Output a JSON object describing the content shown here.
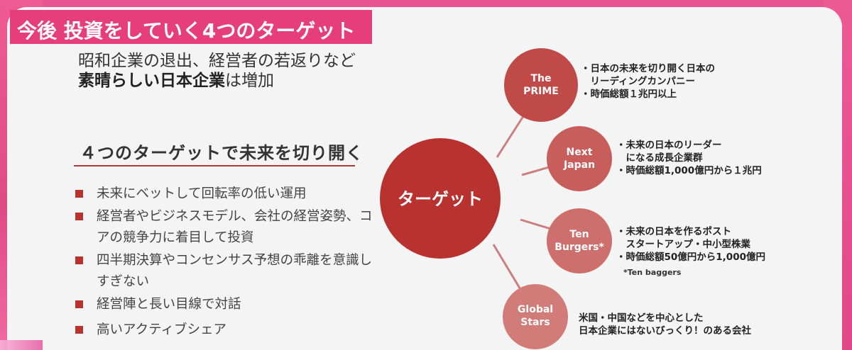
{
  "title": "今後 投資をしていく4つのターゲット",
  "intro": {
    "line1": "昭和企業の退出、経営者の若返りなど",
    "line2_bold": "素晴らしい日本企業",
    "line2_rest": "は増加"
  },
  "section": {
    "heading": "４つのターゲットで未来を切り開く",
    "bullets": [
      "未来にベットして回転率の低い運用",
      "経営者やビジネスモデル、会社の経営姿勢、コアの競争力に着目して投資",
      "四半期決算やコンセンサス予想の乖離を意識しすぎない",
      "経営陣と長い目線で対話",
      "高いアクティブシェア"
    ]
  },
  "diagram": {
    "center": "ターゲット",
    "nodes": [
      {
        "label": "The PRIME",
        "color": "#c04a47",
        "desc": [
          "・日本の未来を切り開く日本の",
          "　リーディングカンパニー",
          "・時価総額１兆円以上"
        ]
      },
      {
        "label": "Next Japan",
        "color": "#c75e5b",
        "desc": [
          "・未来の日本のリーダー",
          "　になる成長企業群",
          "・時価総額1,000億円から１兆円"
        ]
      },
      {
        "label": "Ten Burgers*",
        "color": "#cd6f6c",
        "desc": [
          "・未来の日本を作るポスト",
          "　スタートアップ・中小型株業",
          "・時価総額50億円から1,000億円"
        ],
        "note": "*Ten baggers"
      },
      {
        "label": "Global Stars",
        "color": "#d27c79",
        "desc": [
          "米国・中国などを中心とした",
          "日本企業にはないびっくり！のある会社"
        ]
      }
    ],
    "center_color": "#b8322f"
  }
}
